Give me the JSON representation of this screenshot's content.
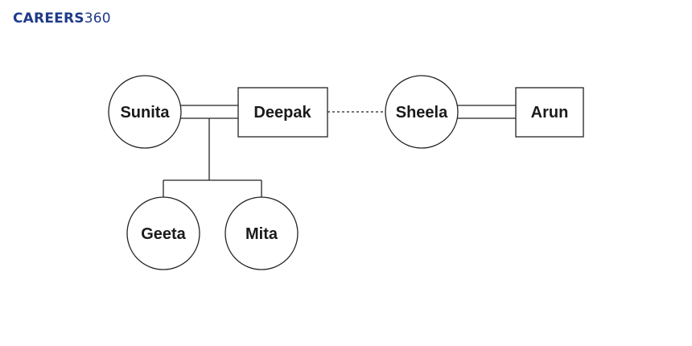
{
  "header": {
    "logo_brand": "CAREERS",
    "logo_number": "360"
  },
  "diagram": {
    "nodes": {
      "sunita": {
        "label": "Sunita",
        "shape": "circle"
      },
      "deepak": {
        "label": "Deepak",
        "shape": "rectangle"
      },
      "sheela": {
        "label": "Sheela",
        "shape": "circle"
      },
      "arun": {
        "label": "Arun",
        "shape": "rectangle"
      },
      "geeta": {
        "label": "Geeta",
        "shape": "circle"
      },
      "mita": {
        "label": "Mita",
        "shape": "circle"
      }
    },
    "relations": [
      {
        "from": "Sunita",
        "to": "Deepak",
        "type": "married"
      },
      {
        "from": "Deepak",
        "to": "Sheela",
        "type": "sibling"
      },
      {
        "from": "Sheela",
        "to": "Arun",
        "type": "married"
      },
      {
        "from": "Sunita-Deepak",
        "to": "Geeta",
        "type": "child"
      },
      {
        "from": "Sunita-Deepak",
        "to": "Mita",
        "type": "child"
      }
    ],
    "legend_colors": {
      "brand": "#1f3a8a",
      "stroke": "#222222"
    }
  }
}
